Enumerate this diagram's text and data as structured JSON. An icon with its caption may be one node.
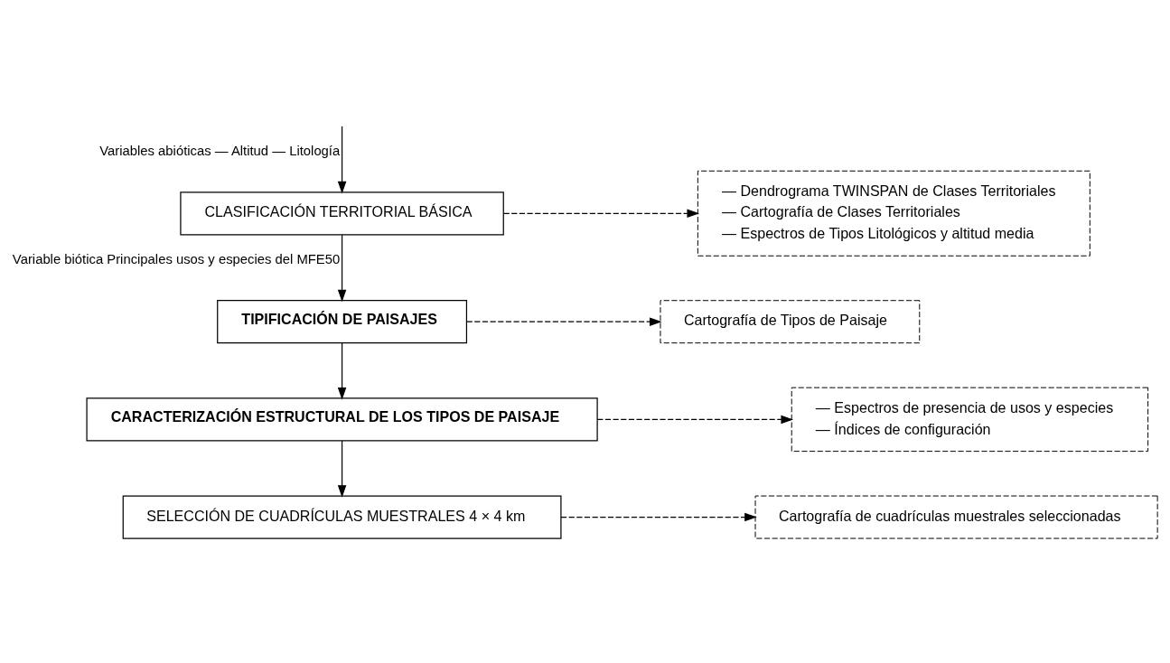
{
  "diagram": {
    "nodes": [
      {
        "text": [
          "CLASIFICACIÓN TERRITORIAL BÁSICA"
        ]
      },
      {
        "text": [
          "— Dendrograma TWINSPAN de Clases Territoriales",
          "— Cartografía de Clases Territoriales",
          "— Espectros de Tipos Litológicos y altitud media"
        ]
      },
      {
        "text": [
          "TIPIFICACIÓN DE PAISAJES"
        ]
      },
      {
        "text": [
          "Cartografía de Tipos de Paisaje"
        ]
      },
      {
        "text": [
          "CARACTERIZACIÓN ESTRUCTURAL DE LOS TIPOS DE PAISAJE"
        ]
      },
      {
        "text": [
          "— Espectros de presencia de usos y especies",
          "— Índices de configuración"
        ]
      },
      {
        "text": [
          "SELECCIÓN DE CUADRÍCULAS MUESTRALES 4 × 4 km"
        ]
      },
      {
        "text": [
          "Cartografía de cuadrículas muestrales seleccionadas"
        ]
      }
    ],
    "edges": [
      {
        "from": null,
        "to": 0,
        "arrow": "to",
        "label": "Variables abióticas — Altitud — Litología"
      },
      {
        "from": 0,
        "to": 1,
        "arrow": "to",
        "style": "dashed"
      },
      {
        "from": 0,
        "to": 2,
        "arrow": "to",
        "label": "Variable biótica Principales usos y especies del MFE50"
      },
      {
        "from": 2,
        "to": 3,
        "arrow": "to",
        "style": "dashed"
      },
      {
        "from": 2,
        "to": 4,
        "arrow": "to"
      },
      {
        "from": 4,
        "to": 5,
        "arrow": "to",
        "style": "dashed"
      },
      {
        "from": 4,
        "to": 6,
        "arrow": "to"
      },
      {
        "from": 6,
        "to": 7,
        "arrow": "to",
        "style": "dashed"
      }
    ]
  }
}
